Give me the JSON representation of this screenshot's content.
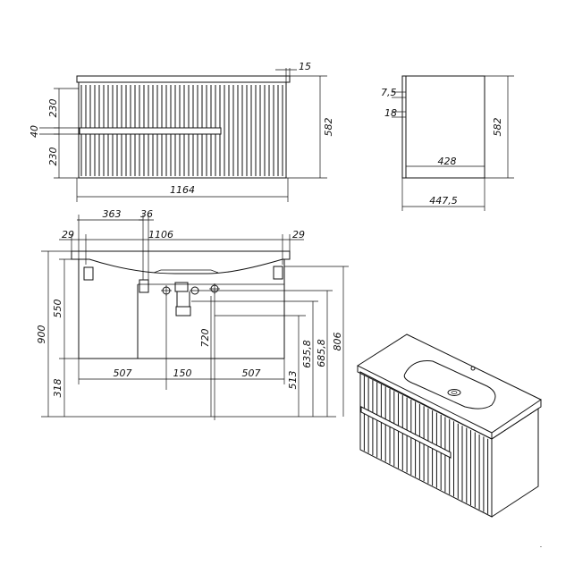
{
  "dimensions": {
    "front": {
      "top_overhang": "15",
      "drawer_top_height": "230",
      "gap": "40",
      "drawer_bottom_height": "230",
      "total_height": "582",
      "total_width": "1164"
    },
    "side": {
      "top_thickness": "7,5",
      "panel_offset": "18",
      "total_height": "582",
      "inner_depth": "428",
      "total_depth": "447,5"
    },
    "bottom": {
      "drain_offset": "363",
      "drain_width": "36",
      "left_margin": "29",
      "inner_width": "1106",
      "right_margin": "29",
      "total_height": "900",
      "cabinet_height": "550",
      "floor_offset": "318",
      "left_span": "507",
      "center_span": "150",
      "right_span": "507",
      "v720": "720",
      "v513": "513",
      "v635": "635,8",
      "v685": "685,8",
      "v806": "806"
    }
  }
}
